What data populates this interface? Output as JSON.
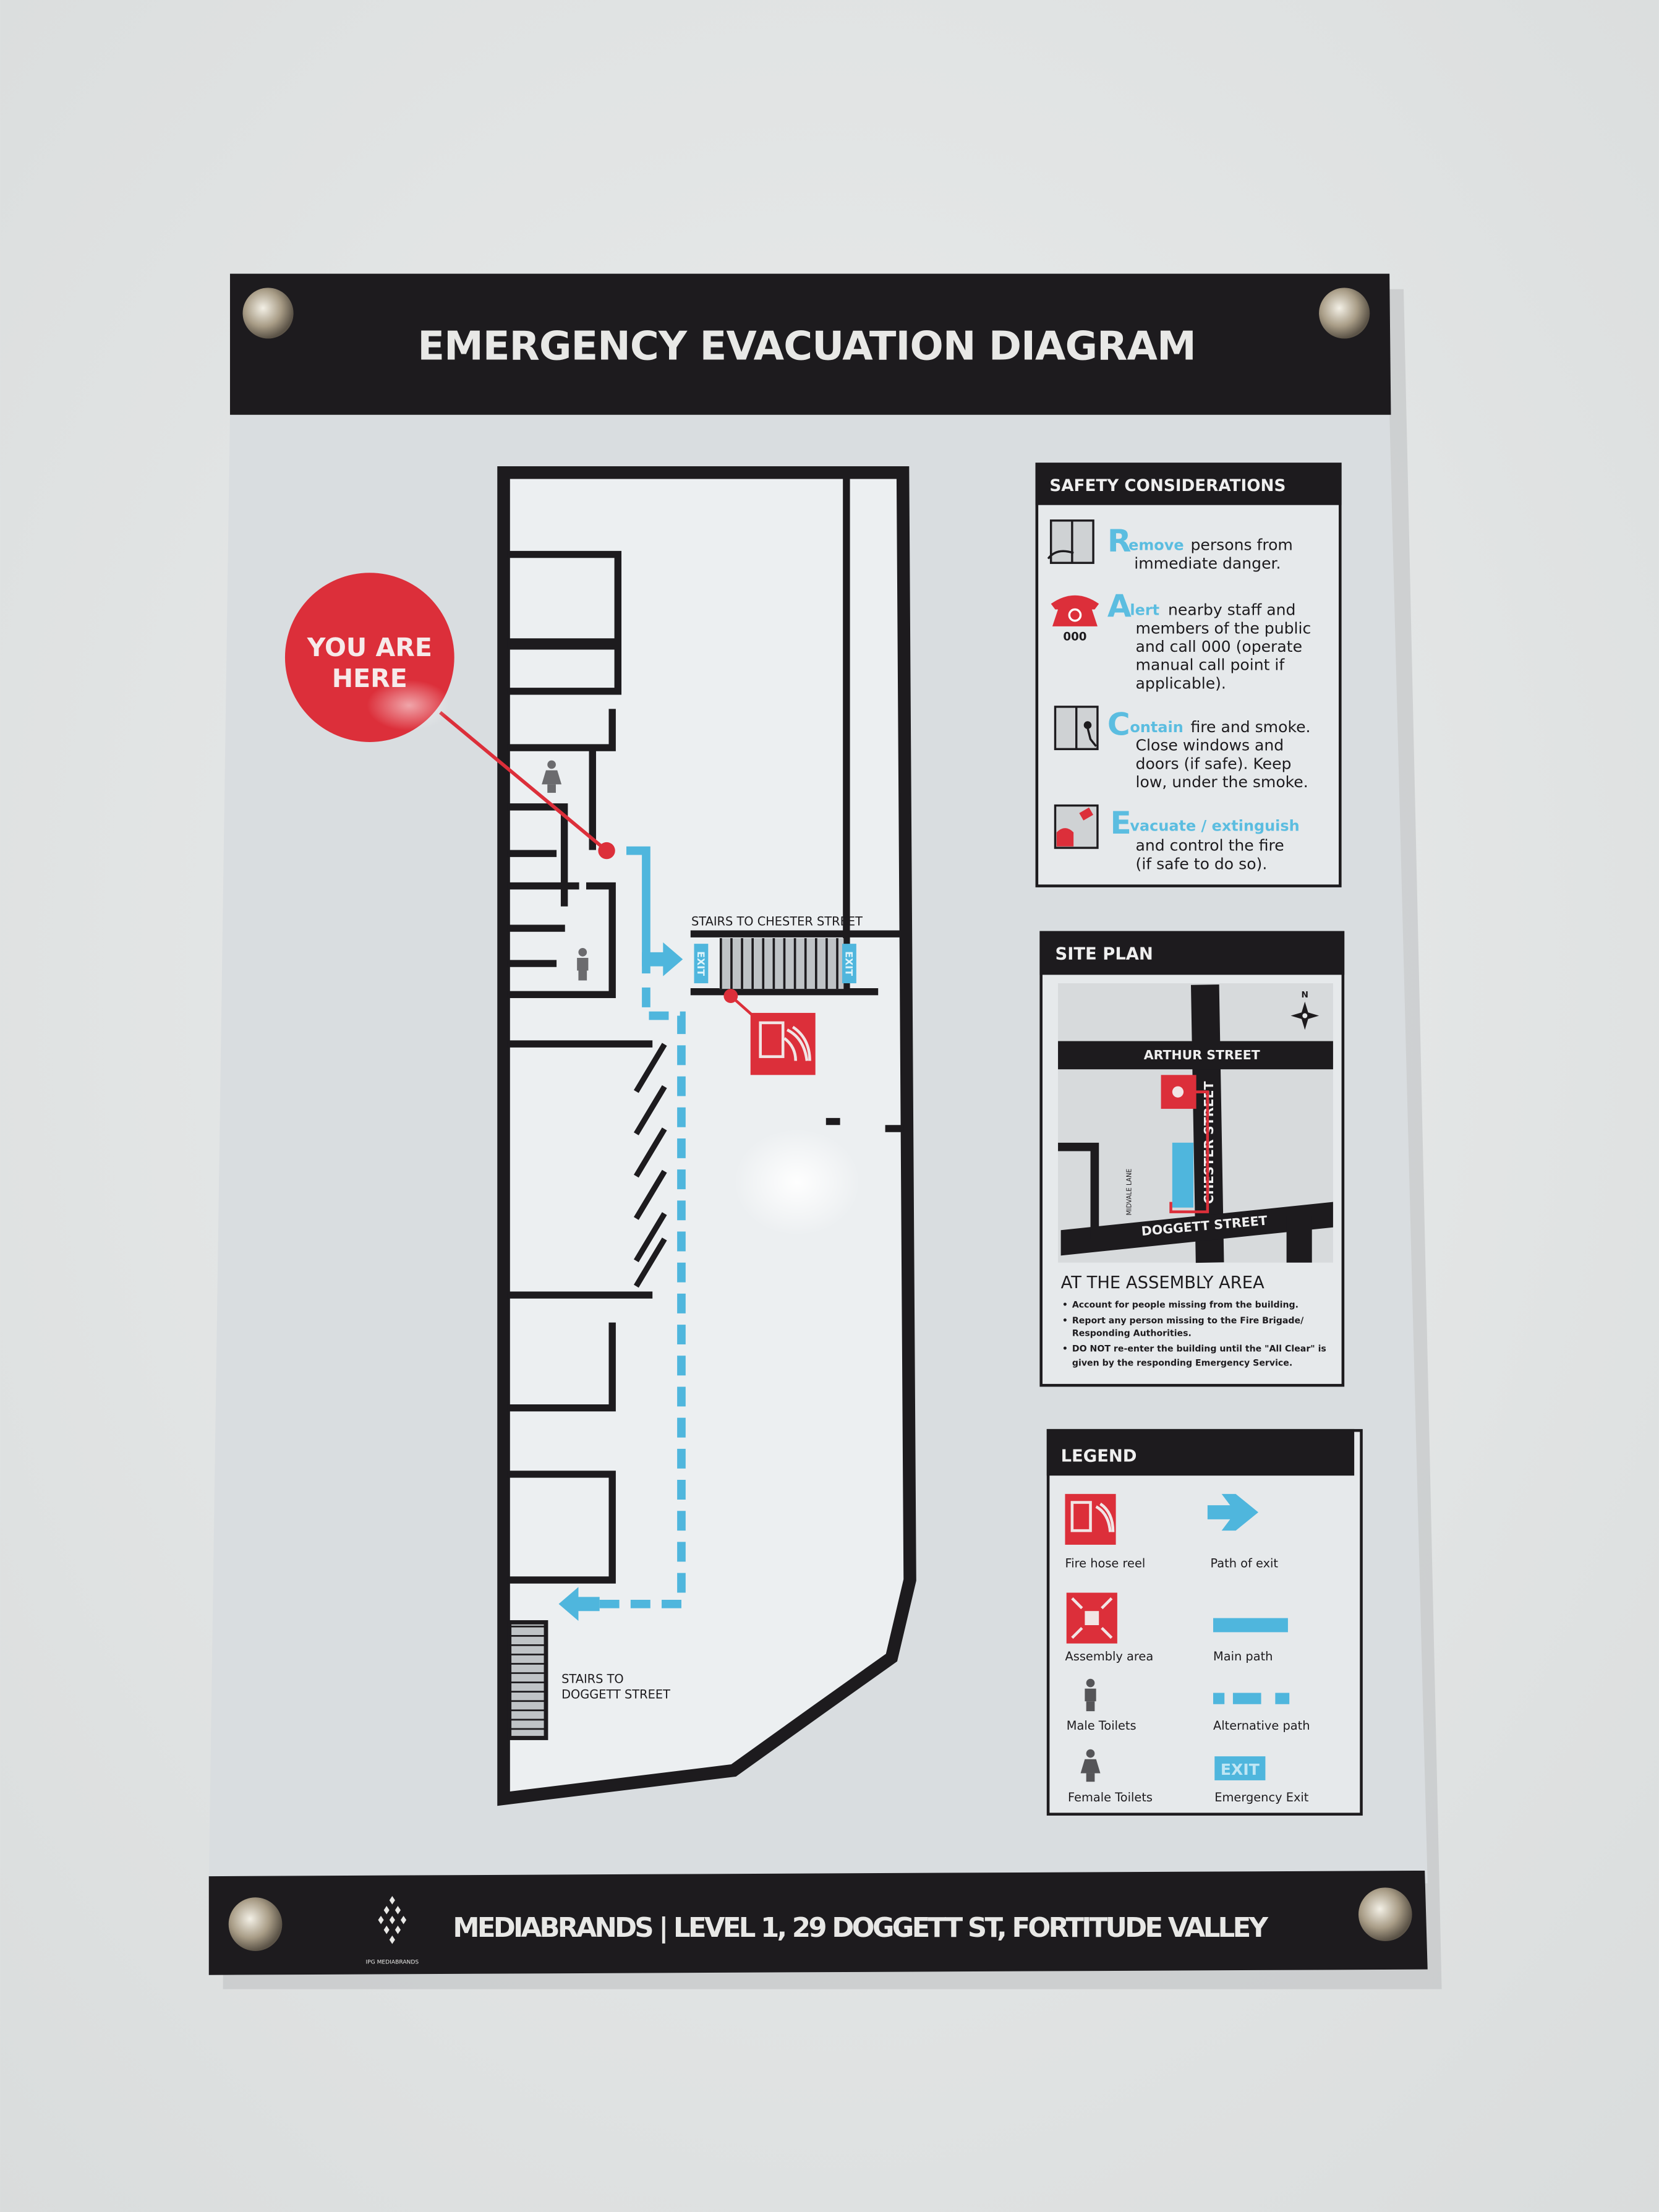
{
  "sign": {
    "title": "EMERGENCY EVACUATION DIAGRAM",
    "footer": "MEDIABRANDS | LEVEL 1, 29 DOGGETT ST, FORTITUDE VALLEY",
    "logo_text": "IPG MEDIABRANDS"
  },
  "floor_plan": {
    "you_are_here": [
      "YOU ARE",
      "HERE"
    ],
    "stairs_chester": "STAIRS TO CHESTER STREET",
    "stairs_doggett": [
      "STAIRS TO",
      "DOGGETT STREET"
    ],
    "exit_label": "EXIT",
    "icons": [
      "female-toilet-icon",
      "male-toilet-icon",
      "fire-hose-reel-icon"
    ]
  },
  "safety": {
    "title": "SAFETY CONSIDERATIONS",
    "phone_number": "000",
    "items": [
      {
        "letter": "R",
        "keyword": "emove",
        "first": "persons from",
        "lines": [
          "immediate danger."
        ],
        "icon": "remove-person-icon"
      },
      {
        "letter": "A",
        "keyword": "lert",
        "first": "nearby staff and",
        "lines": [
          "members of the public",
          "and call 000 (operate",
          "manual call point if",
          "applicable)."
        ],
        "icon": "telephone-icon"
      },
      {
        "letter": "C",
        "keyword": "ontain",
        "first": "fire and smoke.",
        "lines": [
          "Close windows and",
          "doors (if safe). Keep",
          "low, under the smoke."
        ],
        "icon": "close-door-icon"
      },
      {
        "letter": "E",
        "keyword": "vacuate / extinguish",
        "first": "",
        "lines": [
          "and control the fire",
          "(if safe to do so)."
        ],
        "icon": "extinguisher-icon"
      }
    ]
  },
  "site_plan": {
    "title": "SITE PLAN",
    "north": "N",
    "streets": {
      "arthur": "ARTHUR STREET",
      "chester": "CHESTER STREET",
      "doggett": "DOGGETT STREET",
      "midvale": "MIDVALE LANE"
    },
    "assembly_heading": "AT THE ASSEMBLY AREA",
    "bullets": [
      [
        "Account for people missing from the building."
      ],
      [
        "Report any person missing to the Fire Brigade/",
        "Responding Authorities."
      ],
      [
        "DO NOT re-enter the building until the \"All Clear\" is",
        "given by the responding Emergency Service."
      ]
    ]
  },
  "legend": {
    "title": "LEGEND",
    "items": [
      {
        "label": "Fire hose reel",
        "icon": "fire-hose-reel-icon"
      },
      {
        "label": "Path of exit",
        "icon": "arrow-right-icon"
      },
      {
        "label": "Assembly area",
        "icon": "assembly-area-icon"
      },
      {
        "label": "Main path",
        "icon": "solid-line-icon"
      },
      {
        "label": "Male Toilets",
        "icon": "male-toilet-icon"
      },
      {
        "label": "Alternative path",
        "icon": "dashed-line-icon"
      },
      {
        "label": "Female Toilets",
        "icon": "female-toilet-icon"
      },
      {
        "label": "Emergency Exit",
        "icon": "exit-sign-icon"
      }
    ],
    "exit_text": "EXIT"
  },
  "colors": {
    "red": "#dc2f3a",
    "blue": "#4fb6dd",
    "black": "#1d1b1e",
    "panel": "#dde1e4"
  }
}
